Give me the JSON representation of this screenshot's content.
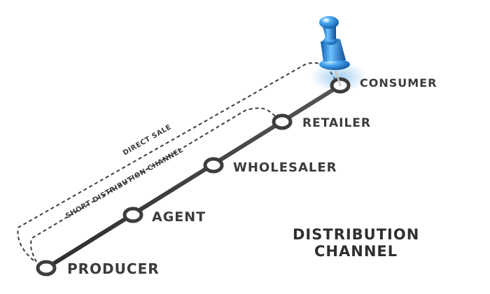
{
  "diagram": {
    "nodes": [
      {
        "id": "producer",
        "label": "PRODUCER"
      },
      {
        "id": "agent",
        "label": "AGENT"
      },
      {
        "id": "wholesaler",
        "label": "WHOLESALER"
      },
      {
        "id": "retailer",
        "label": "RETAILER"
      },
      {
        "id": "consumer",
        "label": "CONSUMER"
      }
    ],
    "paths": {
      "direct_sale": "DIRECT SALE",
      "short_channel": "SHORT DISTRIBUTION CHANNEL"
    },
    "title": {
      "line1": "DISTRIBUTION",
      "line2": "CHANNEL"
    },
    "colors": {
      "line": "#3d3d3d",
      "node_ring": "#3d3d3d",
      "pin": "#2f8fe0",
      "text": "#3b3b3b"
    },
    "icons": [
      "pushpin-icon"
    ]
  }
}
